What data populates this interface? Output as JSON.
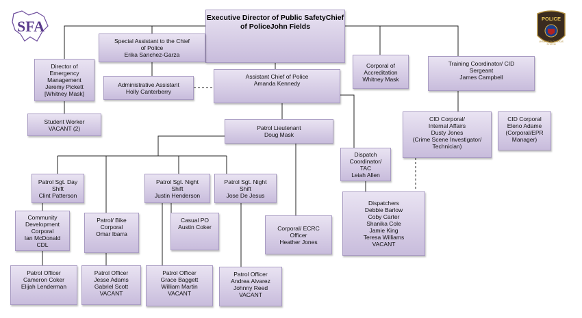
{
  "logos": {
    "sfa_text": "SFA",
    "police_text": "POLICE",
    "police_subtext": "UNIVERSITY OF TEXAS SYSTEM"
  },
  "nodes": {
    "exec": [
      "Executive Director of Public Safety",
      "Chief of Police",
      "John Fields"
    ],
    "special": [
      "Special Assistant to the Chief",
      "of Police",
      "Erika Sanchez-Garza"
    ],
    "emergency": [
      "Director of",
      "Emergency",
      "Management",
      "Jeremy Pickett",
      "[Whitney Mask]"
    ],
    "accreditation": [
      "Corporal of",
      "Accreditation",
      "Whitney Mask"
    ],
    "training": [
      "Training Coordinator/ CID",
      "Sergeant",
      "James Campbell"
    ],
    "admin": [
      "Administrative Assistant",
      "Holly Canterberry"
    ],
    "assistant": [
      "Assistant Chief of Police",
      "Amanda Kennedy"
    ],
    "student": [
      "Student Worker",
      "VACANT (2)"
    ],
    "lieutenant": [
      "Patrol Lieutenant",
      "Doug Mask"
    ],
    "cid_ia": [
      "CID Corporal/",
      "Internal Affairs",
      "Dusty Jones",
      "(Crime Scene Investigator/",
      "Technician)"
    ],
    "cid_epr": [
      "CID Corporal",
      "Eleno Adame",
      "(Corporal/EPR",
      "Manager)"
    ],
    "dispatch_coord": [
      "Dispatch",
      "Coordinator/",
      "TAC",
      "Leiah Allen"
    ],
    "sgt_day": [
      "Patrol Sgt. Day",
      "Shift",
      "Clint Patterson"
    ],
    "sgt_night1": [
      "Patrol Sgt. Night",
      "Shift",
      "Justin Henderson"
    ],
    "sgt_night2": [
      "Patrol Sgt. Night",
      "Shift",
      "Jose De Jesus"
    ],
    "dispatchers": [
      "Dispatchers",
      "Debbie Barlow",
      "Coby Carter",
      "Shanika Cole",
      "Jamie King",
      "Teresa Williams",
      "VACANT"
    ],
    "community": [
      "Community",
      "Development",
      "Corporal",
      "Ian McDonald",
      "CDL"
    ],
    "bike": [
      "Patrol/ Bike",
      "Corporal",
      "Omar Ibarra"
    ],
    "casual": [
      "Casual PO",
      "Austin Coker"
    ],
    "ecrc": [
      "Corporal/ ECRC",
      "Officer",
      "Heather Jones"
    ],
    "po1": [
      "Patrol Officer",
      "Cameron Coker",
      "Elijah Lenderman"
    ],
    "po2": [
      "Patrol Officer",
      "Jesse Adams",
      "Gabriel Scott",
      "VACANT"
    ],
    "po3": [
      "Patrol Officer",
      "Grace Baggett",
      "William Martin",
      "VACANT"
    ],
    "po4": [
      "Patrol Officer",
      "Andrea Alvarez",
      "Johnny Reed",
      "VACANT"
    ]
  }
}
